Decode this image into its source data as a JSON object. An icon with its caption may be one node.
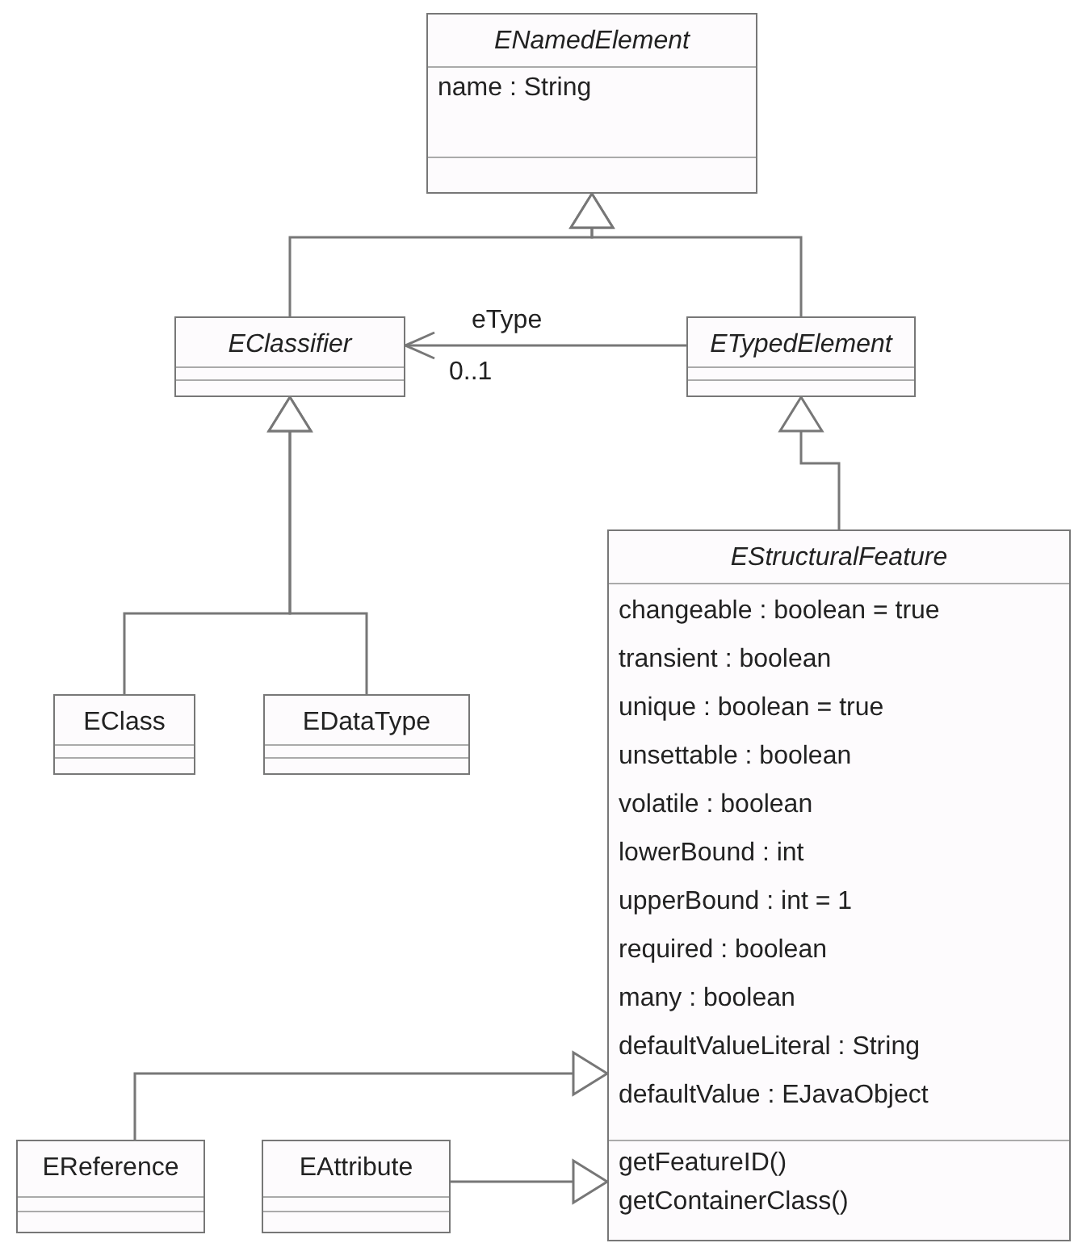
{
  "diagram": {
    "nodes": [
      {
        "text": [
          "ENamedElement",
          "name : String"
        ]
      },
      {
        "text": [
          "EClassifier"
        ]
      },
      {
        "text": [
          "ETypedElement"
        ]
      },
      {
        "text": [
          "EStructuralFeature",
          "changeable : boolean = true",
          "transient : boolean",
          "unique : boolean = true",
          "unsettable : boolean",
          "volatile : boolean",
          "lowerBound : int",
          "upperBound : int = 1",
          "required : boolean",
          "many : boolean",
          "defaultValueLiteral : String",
          "defaultValue : EJavaObject",
          "getFeatureID()",
          "getContainerClass()"
        ]
      },
      {
        "text": [
          "EClass"
        ]
      },
      {
        "text": [
          "EDataType"
        ]
      },
      {
        "text": [
          "EReference"
        ]
      },
      {
        "text": [
          "EAttribute"
        ]
      }
    ],
    "edges": [
      {
        "from": 1,
        "to": 0,
        "arrow": "to"
      },
      {
        "from": 2,
        "to": 0,
        "arrow": "to"
      },
      {
        "from": 2,
        "to": 1,
        "arrow": "to",
        "label": "eType"
      },
      {
        "from": 3,
        "to": 2,
        "arrow": "to"
      },
      {
        "from": 4,
        "to": 1,
        "arrow": "to"
      },
      {
        "from": 5,
        "to": 1,
        "arrow": "to"
      },
      {
        "from": 6,
        "to": 3,
        "arrow": "to"
      },
      {
        "from": 7,
        "to": 3,
        "arrow": "to"
      }
    ],
    "labels": [
      "0..1"
    ]
  }
}
